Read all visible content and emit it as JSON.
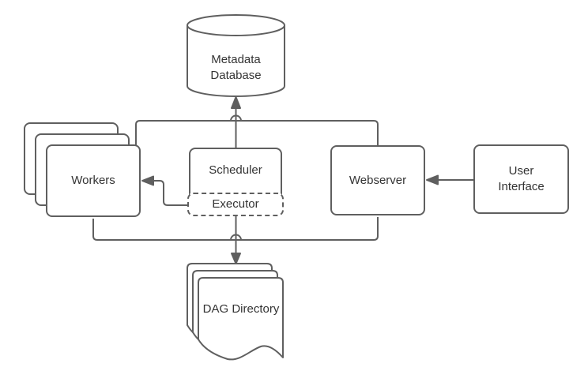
{
  "diagram_type": "architecture-flow-diagram",
  "colors": {
    "background": "#ffffff",
    "stroke": "#5f5f5f",
    "node_fill": "#ffffff",
    "text": "#333333"
  },
  "nodes": {
    "metadata_database": {
      "label": "Metadata Database",
      "shape": "cylinder"
    },
    "workers": {
      "label": "Workers",
      "shape": "stacked-rounded-rect",
      "stack_count": 3
    },
    "scheduler": {
      "label": "Scheduler",
      "shape": "rounded-rect"
    },
    "executor": {
      "label": "Executor",
      "shape": "dashed-rounded-rect",
      "nested_in": "scheduler"
    },
    "webserver": {
      "label": "Webserver",
      "shape": "rounded-rect"
    },
    "user_interface": {
      "label": "User Interface",
      "shape": "rounded-rect"
    },
    "dag_directory": {
      "label": "DAG Directory",
      "shape": "stacked-document",
      "stack_count": 3
    }
  },
  "edges": [
    {
      "from": "scheduler",
      "to": "metadata_database",
      "arrowhead": "at metadata_database"
    },
    {
      "from": "workers",
      "to": "metadata_database",
      "via": "top trunk line"
    },
    {
      "from": "webserver",
      "to": "metadata_database",
      "via": "top trunk line"
    },
    {
      "from": "executor",
      "to": "workers",
      "arrowhead": "at workers"
    },
    {
      "from": "user_interface",
      "to": "webserver",
      "arrowhead": "at webserver"
    },
    {
      "from": "scheduler",
      "to": "dag_directory",
      "arrowhead": "at dag_directory"
    },
    {
      "from": "workers",
      "to": "dag_directory",
      "via": "bottom trunk line"
    },
    {
      "from": "webserver",
      "to": "dag_directory",
      "via": "bottom trunk line"
    }
  ]
}
